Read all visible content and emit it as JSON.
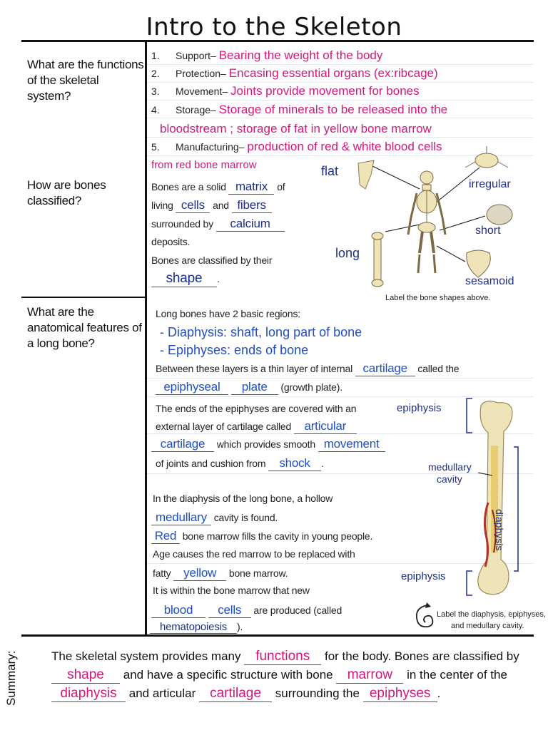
{
  "title": "Intro to the Skeleton",
  "questions": {
    "q1": "What are the functions of the skeletal system?",
    "q2": "How are bones classified?",
    "q3": "What are the anatomical features of a long bone?"
  },
  "functions": [
    {
      "num": "1.",
      "label": "Support–",
      "answer": "Bearing the weight of the body"
    },
    {
      "num": "2.",
      "label": "Protection–",
      "answer": "Encasing essential organs (ex:ribcage)"
    },
    {
      "num": "3.",
      "label": "Movement–",
      "answer": "Joints provide movement for bones"
    },
    {
      "num": "4.",
      "label": "Storage–",
      "answer": "Storage of minerals to be released into the"
    },
    {
      "num": "5.",
      "label": "Manufacturing–",
      "answer": "production of red & white blood cells"
    }
  ],
  "function_continuations": {
    "storage_cont": "bloodstream ; storage of fat in yellow bone marrow",
    "manufacturing_cont": "from red bone marrow"
  },
  "classification": {
    "l1_a": "Bones are a solid",
    "l1_ans": "matrix",
    "l1_b": "of",
    "l2_a": "living",
    "l2_ans1": "cells",
    "l2_b": "and",
    "l2_ans2": "fibers",
    "l3_a": "surrounded by",
    "l3_ans": "calcium",
    "l4": "deposits.",
    "l5": "Bones are classified by their",
    "l6_ans": "shape",
    "l6_b": "."
  },
  "shape_labels": {
    "flat": "flat",
    "irregular": "irregular",
    "short": "short",
    "long": "long",
    "sesamoid": "sesamoid",
    "caption": "Label the bone shapes above."
  },
  "long_bone": {
    "intro": "Long bones have 2 basic regions:",
    "region1": "- Diaphysis: shaft, long part of bone",
    "region2": "- Epiphyses: ends of bone",
    "p1_a": "Between these layers is a thin layer of internal",
    "p1_ans": "cartilage",
    "p1_b": "called the",
    "p2_ans1": "epiphyseal",
    "p2_ans2": "plate",
    "p2_b": "(growth plate).",
    "p3": "The ends of the epiphyses are covered with an",
    "p4_a": "external layer of cartilage called",
    "p4_ans": "articular",
    "p5_ans1": "cartilage",
    "p5_b": "which provides smooth",
    "p5_ans2": "movement",
    "p6_a": "of joints and cushion from",
    "p6_ans": "shock",
    "p6_b": ".",
    "p7": "In the diaphysis of the long bone, a hollow",
    "p8_ans": "medullary",
    "p8_b": "cavity is found.",
    "p9_ans": "Red",
    "p9_b": "bone marrow fills the cavity in young people.",
    "p10": "Age causes the red marrow to be replaced with",
    "p11_a": "fatty",
    "p11_ans": "yellow",
    "p11_b": "bone marrow.",
    "p12": "It is within the bone marrow that new",
    "p13_ans1": "blood",
    "p13_ans2": "cells",
    "p13_b": "are produced (called",
    "p14_ans": "hematopoiesis",
    "p14_b": ")."
  },
  "bone_labels": {
    "epiphysis_top": "epiphysis",
    "medullary": "medullary",
    "cavity": "cavity",
    "diaphysis": "diaphysis",
    "epiphysis_bottom": "epiphysis",
    "caption1": "Label the diaphysis, epiphyses,",
    "caption2": "and medullary cavity."
  },
  "summary": {
    "label": "Summary:",
    "s1_a": "The skeletal system provides many",
    "s1_ans": "functions",
    "s1_b": "for the body.  Bones are classified by",
    "s2_ans1": "shape",
    "s2_a": "and have a specific structure with bone",
    "s2_ans2": "marrow",
    "s2_b": "in the center of the",
    "s3_ans1": "diaphysis",
    "s3_a": "and articular",
    "s3_ans2": "cartilage",
    "s3_b": "surrounding the",
    "s3_ans3": "epiphyses",
    "s3_c": "."
  },
  "colors": {
    "pink": "#d0187c",
    "blue": "#1f4fc2",
    "navy": "#1e2f86",
    "bone": "#efe3b8"
  }
}
